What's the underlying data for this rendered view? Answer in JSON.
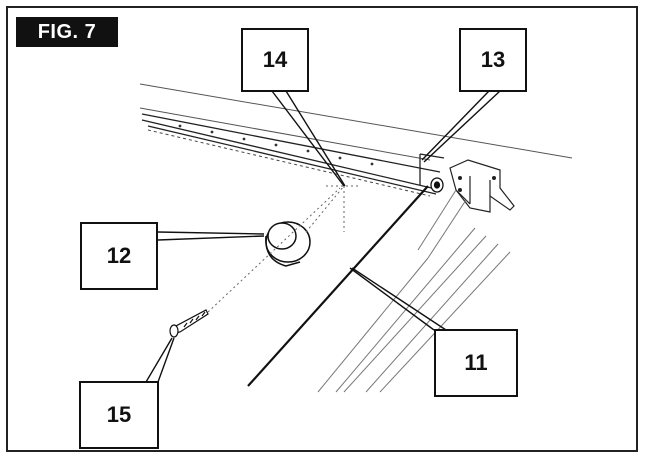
{
  "figure": {
    "label": "FIG. 7"
  },
  "callouts": {
    "c14": "14",
    "c13": "13",
    "c12": "12",
    "c11": "11",
    "c15": "15"
  },
  "colors": {
    "ink": "#111111",
    "paper": "#ffffff"
  }
}
